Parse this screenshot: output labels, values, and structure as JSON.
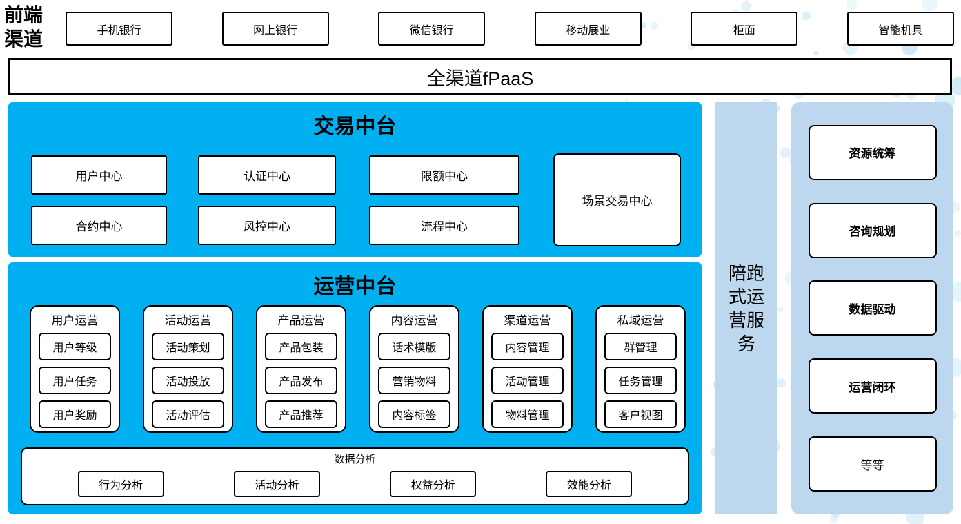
{
  "frontend": {
    "label": "前端渠道",
    "channels": [
      "手机银行",
      "网上银行",
      "微信银行",
      "移动展业",
      "柜面",
      "智能机具"
    ]
  },
  "fpaas": {
    "label": "全渠道fPaaS"
  },
  "transaction": {
    "title": "交易中台",
    "centers": [
      "用户中心",
      "认证中心",
      "限额中心",
      "合约中心",
      "风控中心",
      "流程中心"
    ],
    "scene_center": "场景交易中心"
  },
  "operation": {
    "title": "运营中台",
    "groups": [
      {
        "title": "用户运营",
        "items": [
          "用户等级",
          "用户任务",
          "用户奖励"
        ]
      },
      {
        "title": "活动运营",
        "items": [
          "活动策划",
          "活动投放",
          "活动评估"
        ]
      },
      {
        "title": "产品运营",
        "items": [
          "产品包装",
          "产品发布",
          "产品推荐"
        ]
      },
      {
        "title": "内容运营",
        "items": [
          "话术模版",
          "营销物料",
          "内容标签"
        ]
      },
      {
        "title": "渠道运营",
        "items": [
          "内容管理",
          "活动管理",
          "物料管理"
        ]
      },
      {
        "title": "私域运营",
        "items": [
          "群管理",
          "任务管理",
          "客户视图"
        ]
      }
    ],
    "analysis": {
      "title": "数据分析",
      "items": [
        "行为分析",
        "活动分析",
        "权益分析",
        "效能分析"
      ]
    }
  },
  "companion_bar": {
    "label": "陪跑式运营服务"
  },
  "right_panel": {
    "items": [
      "资源统筹",
      "咨询规划",
      "数据驱动",
      "运营闭环",
      "等等"
    ]
  },
  "colors": {
    "primary_blue": "#00b0f0",
    "panel_blue": "#bdd7ee",
    "dot_blue": "#cfe9f7"
  }
}
